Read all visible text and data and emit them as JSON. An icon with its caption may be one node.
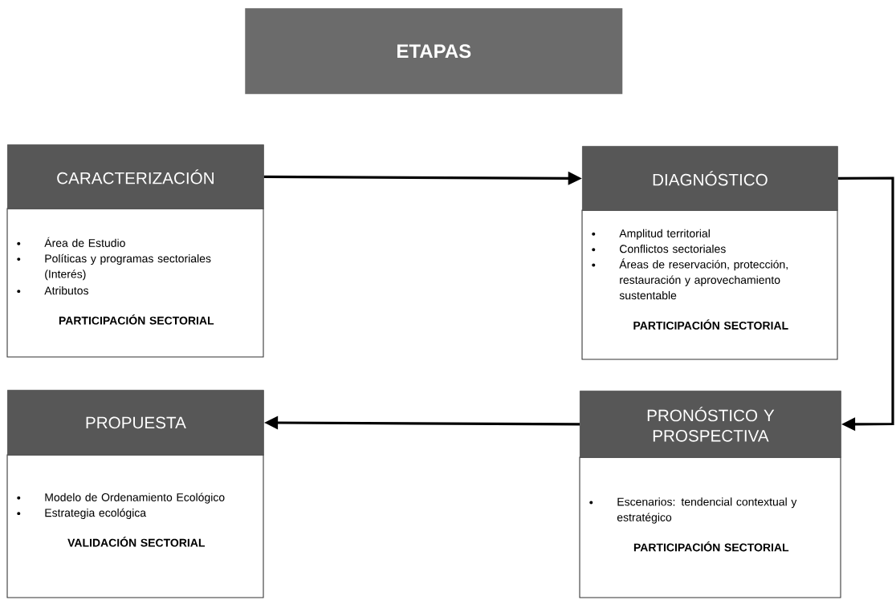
{
  "diagram": {
    "nodes": [
      {
        "text": [
          "ETAPAS"
        ]
      },
      {
        "text": [
          "CARACTERIZACIÓN",
          "Área de Estudio",
          "Políticas y programas sectoriales (Interés)",
          "Atributos",
          "PARTICIPACIÓN SECTORIAL"
        ]
      },
      {
        "text": [
          "DIAGNÓSTICO",
          "Amplitud territorial",
          "Conflictos sectoriales",
          "Áreas de reservación, protección, restauración y aprovechamiento sustentable",
          "PARTICIPACIÓN SECTORIAL"
        ]
      },
      {
        "text": [
          "PROPUESTA",
          "Modelo de Ordenamiento Ecológico",
          "Estrategia ecológica",
          "VALIDACIÓN SECTORIAL"
        ]
      },
      {
        "text": [
          "PRONÓSTICO Y PROSPECTIVA",
          "Escenarios: tendencial contextual y estratégico",
          "PARTICIPACIÓN SECTORIAL"
        ]
      }
    ],
    "edges": [
      {
        "from": 1,
        "to": 2,
        "arrow": "to"
      },
      {
        "from": 2,
        "to": 4,
        "arrow": "to"
      },
      {
        "from": 4,
        "to": 3,
        "arrow": "to"
      }
    ]
  }
}
